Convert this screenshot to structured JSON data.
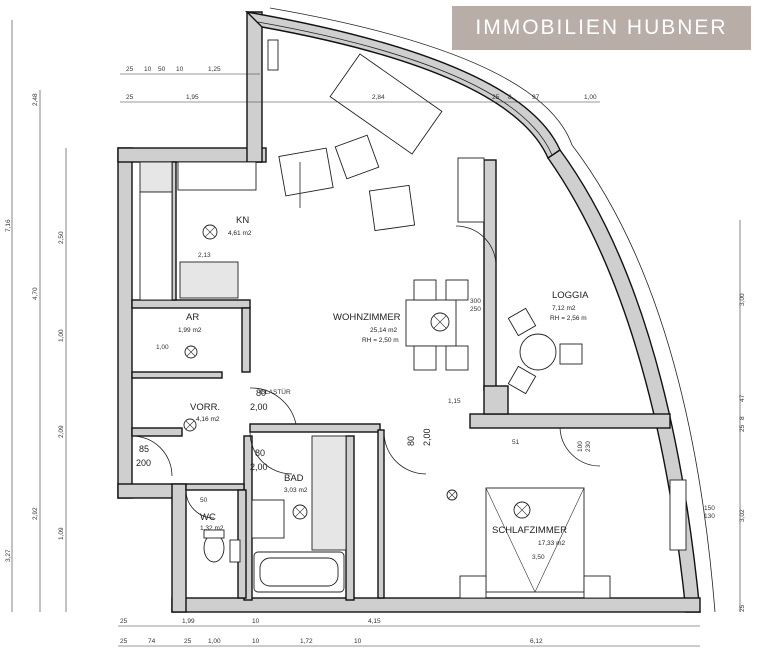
{
  "brand": {
    "name": "IMMOBILIEN HUBNER",
    "bg_color": "#b9ada7",
    "text_color": "#ffffff"
  },
  "rooms": {
    "kn": {
      "name": "KN",
      "area": "4,61 m2"
    },
    "ar": {
      "name": "AR",
      "area": "1,99 m2"
    },
    "wohn": {
      "name": "WOHNZIMMER",
      "area": "25,14 m2",
      "rh": "RH = 2,50 m"
    },
    "loggia": {
      "name": "LOGGIA",
      "area": "7,12 m2",
      "rh": "RH = 2,56 m"
    },
    "vorr": {
      "name": "VORR.",
      "area": "4,16 m2"
    },
    "bad": {
      "name": "BAD",
      "area": "3,03 m2"
    },
    "wc": {
      "name": "WC",
      "area": "1,32 m2"
    },
    "schlaf": {
      "name": "SCHLAFZIMMER",
      "area": "17,33 m2"
    }
  },
  "dims": {
    "top1": [
      "25",
      "10",
      "50",
      "10",
      "1,25"
    ],
    "top2": [
      "25",
      "1,95",
      "2,84",
      "25",
      "8",
      "97",
      "1,00"
    ],
    "bottom1": [
      "25",
      "1,99",
      "10",
      "4,15"
    ],
    "bottom2": [
      "25",
      "74",
      "25",
      "1,00",
      "10",
      "1,72",
      "10",
      "6,12"
    ],
    "left_outer": [
      "7,16",
      "3,27"
    ],
    "left_mid": [
      "2,48",
      "4,70",
      "2,92"
    ],
    "left_inner": [
      "2,50",
      "1,00",
      "2,09",
      "1,09"
    ],
    "right": [
      "3,00",
      "47",
      "3,02",
      "8",
      "25",
      "25"
    ],
    "doors": {
      "d80_200_a": [
        "80",
        "2,00"
      ],
      "d80_200_b": [
        "80",
        "2,00"
      ],
      "d85_200": [
        "85",
        "200"
      ],
      "d80_200_c": [
        "80",
        "2,00"
      ],
      "d50": "50",
      "d300": "300",
      "d250": "250",
      "glastuer": "GLASTÜR",
      "d100_230": [
        "100",
        "230"
      ],
      "d150_130": [
        "150",
        "130"
      ],
      "d115": "1,15",
      "d51": "51",
      "d350": "3,50",
      "d213": "2,13",
      "d100": "1,00"
    }
  }
}
